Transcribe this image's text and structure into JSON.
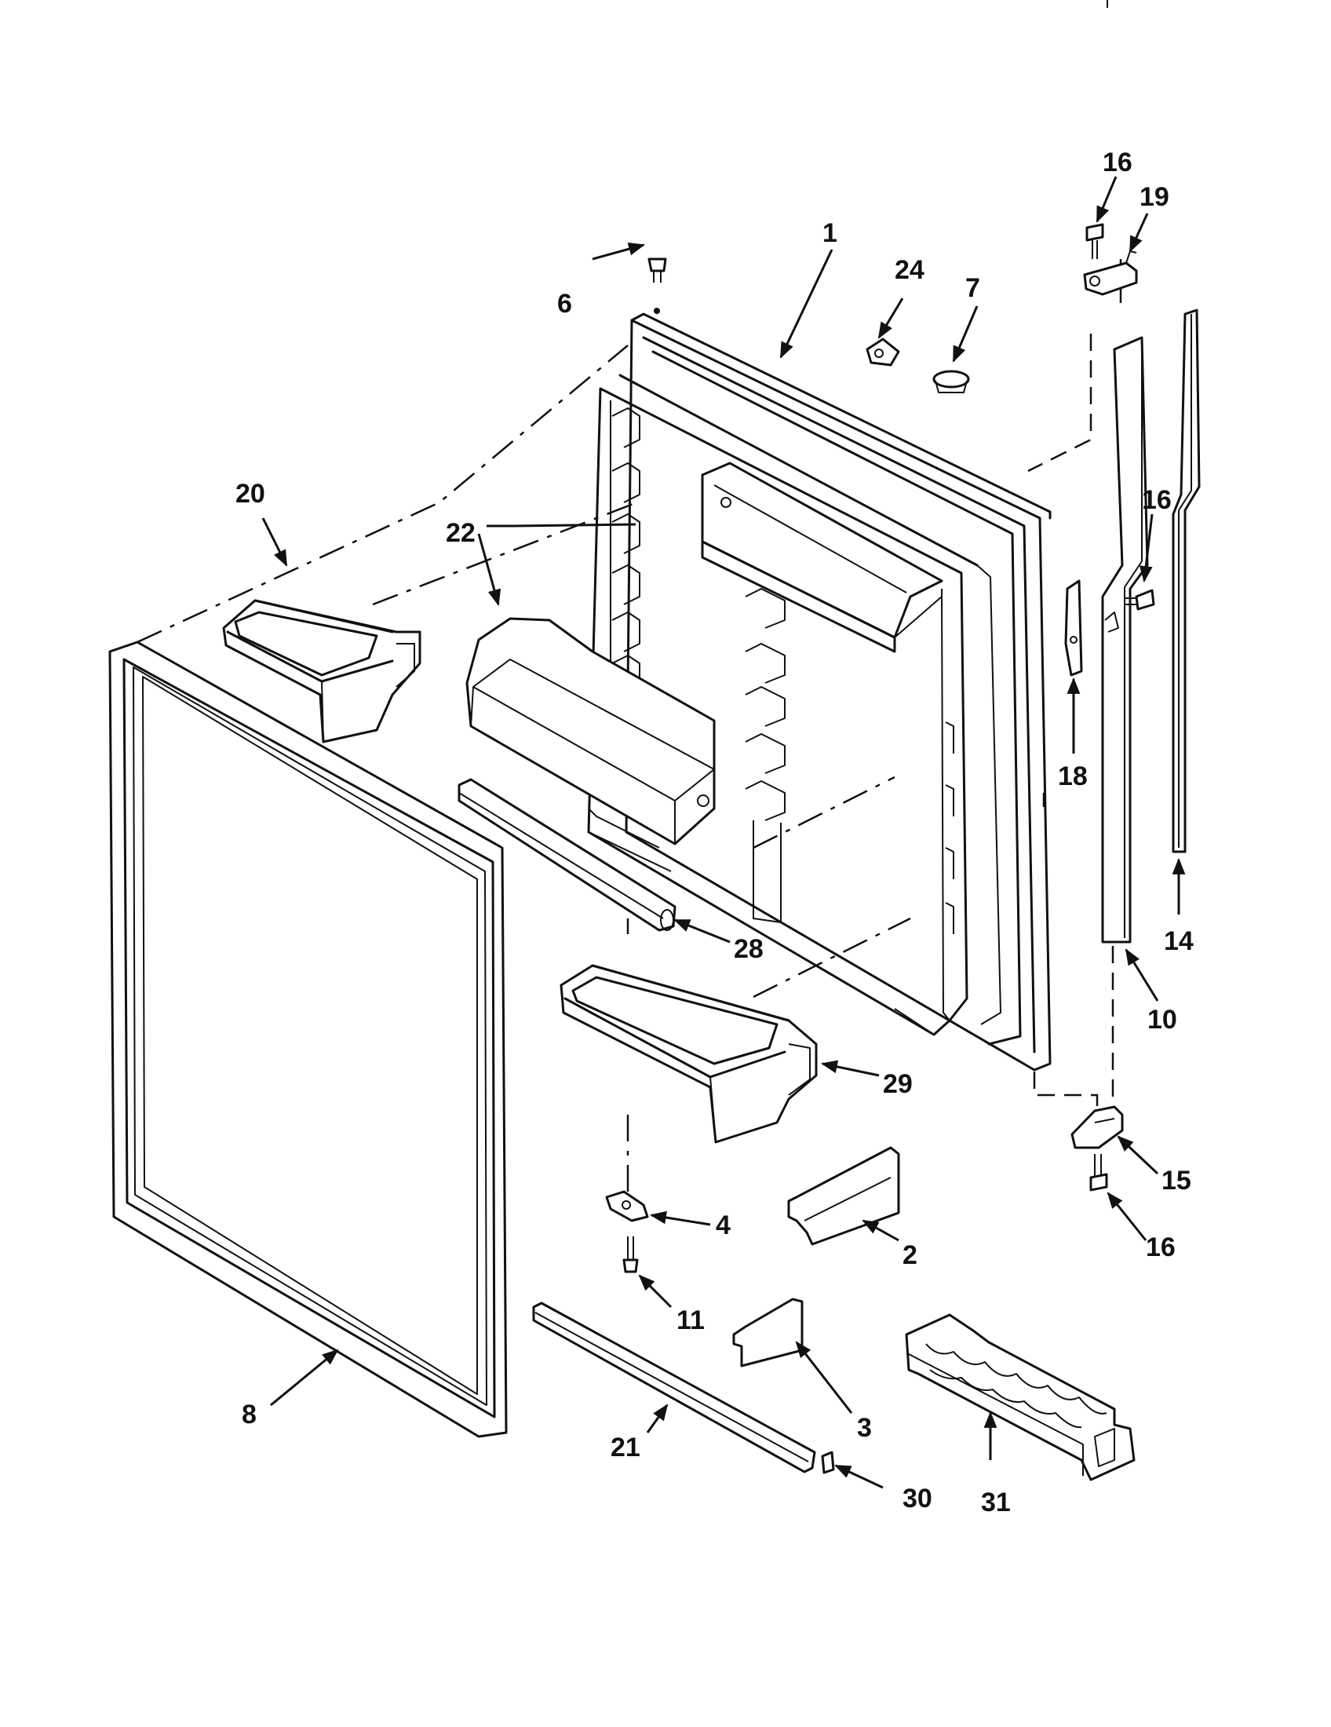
{
  "diagram": {
    "parts": [
      {
        "id": "p1",
        "number": "1"
      },
      {
        "id": "p2",
        "number": "2"
      },
      {
        "id": "p3",
        "number": "3"
      },
      {
        "id": "p4",
        "number": "4"
      },
      {
        "id": "p6",
        "number": "6"
      },
      {
        "id": "p7",
        "number": "7"
      },
      {
        "id": "p8",
        "number": "8"
      },
      {
        "id": "p10",
        "number": "10"
      },
      {
        "id": "p11",
        "number": "11"
      },
      {
        "id": "p14",
        "number": "14"
      },
      {
        "id": "p15",
        "number": "15"
      },
      {
        "id": "p16a",
        "number": "16"
      },
      {
        "id": "p16b",
        "number": "16"
      },
      {
        "id": "p16c",
        "number": "16"
      },
      {
        "id": "p18",
        "number": "18"
      },
      {
        "id": "p19",
        "number": "19"
      },
      {
        "id": "p20",
        "number": "20"
      },
      {
        "id": "p21",
        "number": "21"
      },
      {
        "id": "p22",
        "number": "22"
      },
      {
        "id": "p24",
        "number": "24"
      },
      {
        "id": "p28",
        "number": "28"
      },
      {
        "id": "p29",
        "number": "29"
      },
      {
        "id": "p30",
        "number": "30"
      },
      {
        "id": "p31",
        "number": "31"
      }
    ]
  }
}
